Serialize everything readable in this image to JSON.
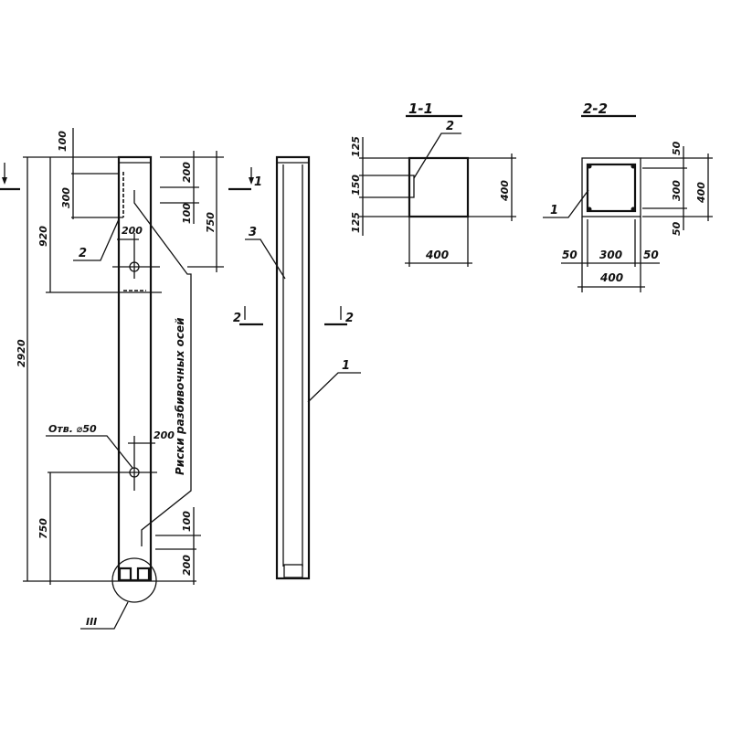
{
  "front_view": {
    "dims": {
      "top_offset": "100",
      "plate_height": "300",
      "to_hole": "920",
      "hole_offset_top": "200",
      "mark_top_a": "200",
      "mark_top_b": "100",
      "to_hole_right": "750",
      "total_height": "2920",
      "hole_offset_bottom": "200",
      "bottom_hole_height": "750",
      "mark_bottom_a": "100",
      "mark_bottom_b": "200"
    },
    "hole_label": "Отв. ⌀50",
    "marks_label": "Риски разбивочных осей",
    "callout_plate": "2",
    "callout_detail": "III",
    "section_mark_1": "1"
  },
  "side_view": {
    "callout_3": "3",
    "callout_1": "1",
    "section_mark_2_left": "2",
    "section_mark_2_right": "2",
    "section_mark_1": "1"
  },
  "section_1_1": {
    "title": "1-1",
    "callout": "2",
    "dims": {
      "top": "125",
      "middle": "150",
      "bottom": "125",
      "height": "400",
      "width": "400"
    }
  },
  "section_2_2": {
    "title": "2-2",
    "callout": "1",
    "dims": {
      "right_top": "50",
      "right_middle": "300",
      "right_bottom": "50",
      "right_total": "400",
      "bottom_left": "50",
      "bottom_middle": "300",
      "bottom_right": "50",
      "bottom_total": "400"
    }
  }
}
